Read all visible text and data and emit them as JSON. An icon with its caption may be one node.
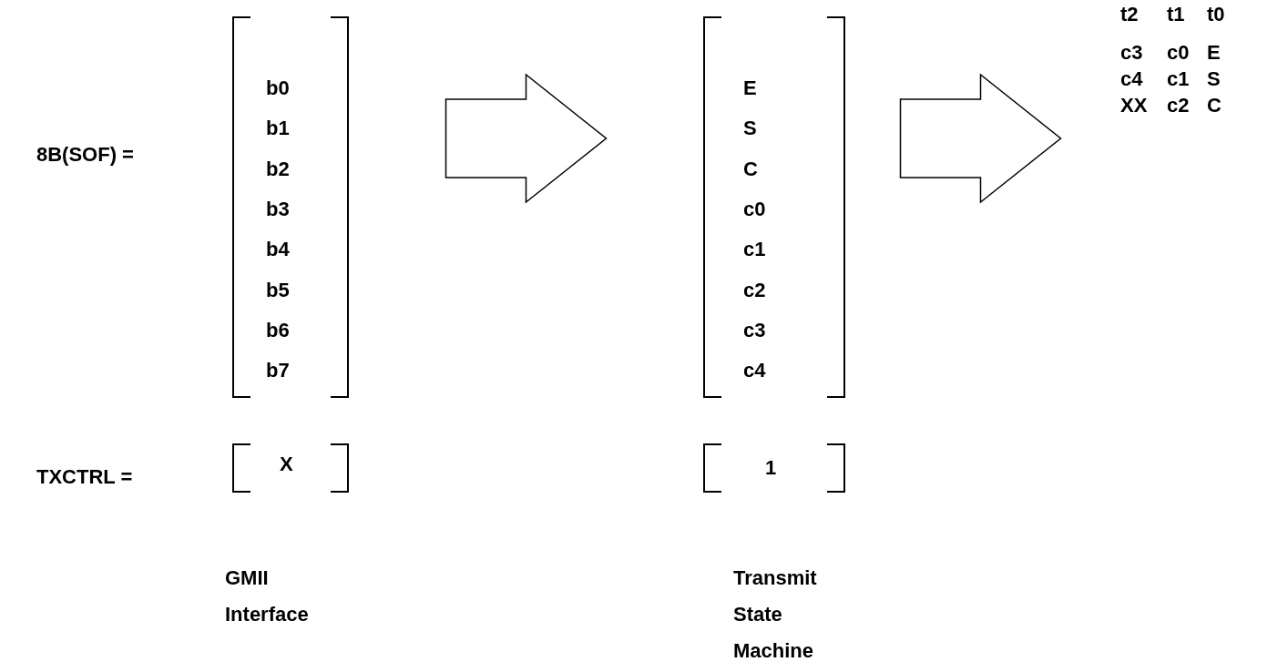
{
  "diagram": {
    "nodes": [
      {
        "text": [
          "b0",
          "b1",
          "b2",
          "b3",
          "b4",
          "b5",
          "b6",
          "b7"
        ]
      },
      {
        "text": [
          "X"
        ]
      },
      {
        "text": [
          "E",
          "S",
          "C",
          "c0",
          "c1",
          "c2",
          "c3",
          "c4"
        ]
      },
      {
        "text": [
          "1"
        ]
      },
      {
        "text": [
          "t2",
          "t1",
          "t0",
          "c3",
          "c0",
          "E",
          "c4",
          "c1",
          "S",
          "XX",
          "c2",
          "C"
        ]
      }
    ],
    "edges": [
      {
        "from": 0,
        "to": 2,
        "arrow": "to"
      },
      {
        "from": 2,
        "to": 4,
        "arrow": "to"
      }
    ],
    "labels": [
      "8B(SOF) =",
      "TXCTRL =",
      "GMII Interface",
      "Transmit State Machine"
    ]
  }
}
